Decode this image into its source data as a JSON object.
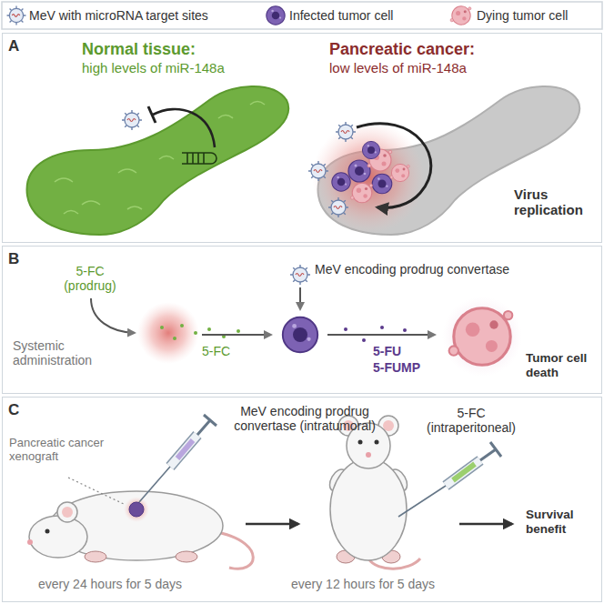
{
  "diagram": {
    "nodes": [
      {
        "text": [
          "A"
        ]
      },
      {
        "text": [
          "B"
        ]
      },
      {
        "text": [
          "C"
        ]
      }
    ],
    "labels": [
      "Normal tissue:",
      "high levels of miR-148a",
      "Pancreatic cancer:",
      "low levels of miR-148a",
      "Virus replication",
      "5-FC (prodrug)",
      "Systemic administration",
      "MeV encoding prodrug convertase",
      "5-FC",
      "5-FU",
      "5-FUMP",
      "Tumor cell death",
      "MeV encoding prodrug convertase (intratumoral)",
      "5-FC (intraperitoneal)",
      "Pancreatic cancer xenograft",
      "every 24 hours for 5 days",
      "every 12 hours for 5 days",
      "Survival benefit"
    ],
    "legend": [
      {
        "text": "MeV with microRNA target sites"
      },
      {
        "text": "Infected tumor cell"
      },
      {
        "text": "Dying tumor cell"
      }
    ]
  }
}
